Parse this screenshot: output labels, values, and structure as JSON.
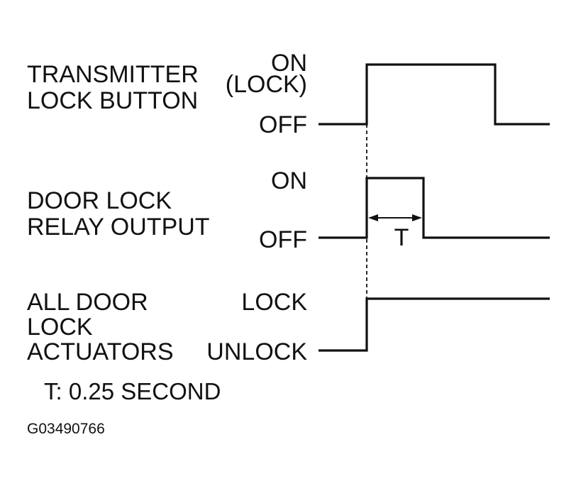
{
  "signals": [
    {
      "name_lines": [
        "TRANSMITTER",
        "LOCK BUTTON"
      ],
      "high_label_lines": [
        "ON",
        "(LOCK)"
      ],
      "low_label": "OFF",
      "waveform": "pulse: OFF -> ON at trigger, returns to OFF later"
    },
    {
      "name_lines": [
        "DOOR LOCK",
        "RELAY OUTPUT"
      ],
      "high_label_lines": [
        "ON"
      ],
      "low_label": "OFF",
      "waveform": "pulse: OFF -> ON at trigger for duration T, then OFF"
    },
    {
      "name_lines": [
        "ALL DOOR",
        "LOCK",
        "ACTUATORS"
      ],
      "high_label_lines": [
        "LOCK"
      ],
      "low_label": "UNLOCK",
      "waveform": "step: UNLOCK -> LOCK at trigger, stays LOCK"
    }
  ],
  "duration_marker": "T",
  "note": "T: 0.25 SECOND",
  "figure_code": "G03490766",
  "colors": {
    "ink": "#111111",
    "background": "#ffffff"
  }
}
